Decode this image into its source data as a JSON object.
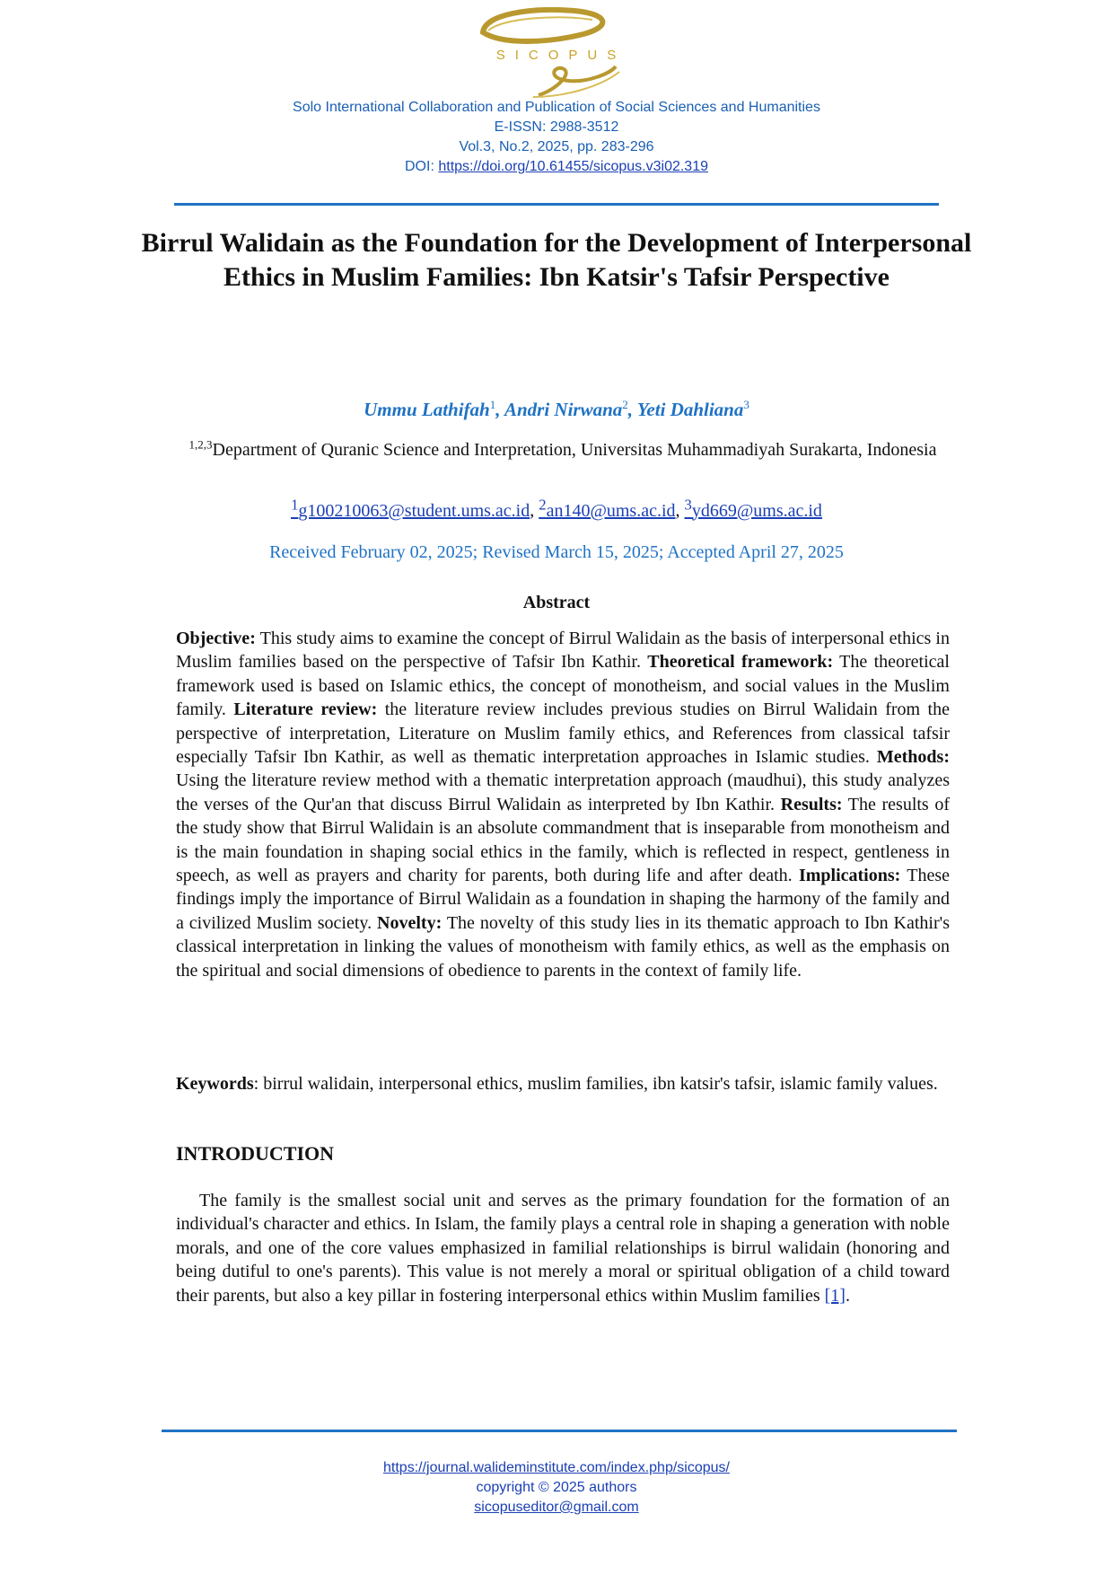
{
  "logo": {
    "wordmark": "SICOPUS",
    "primary_color": "#b9992f",
    "text_color": "#c9a227"
  },
  "header": {
    "journal_name": "Solo International Collaboration and Publication of Social Sciences and Humanities",
    "eissn": "E-ISSN: 2988-3512",
    "volume": "Vol.3, No.2, 2025, pp. 283-296",
    "doi_label": "DOI: ",
    "doi_url": "https://doi.org/10.61455/sicopus.v3i02.319"
  },
  "article": {
    "title": "Birrul Walidain as the Foundation for the Development of Interpersonal Ethics in Muslim Families: Ibn Katsir's Tafsir Perspective",
    "authors": [
      {
        "name": "Ummu Lathifah",
        "sup": "1",
        "sep": ", "
      },
      {
        "name": "Andri Nirwana",
        "sup": "2",
        "sep": ", "
      },
      {
        "name": "Yeti Dahliana",
        "sup": "3",
        "sep": ""
      }
    ],
    "affiliation_sup": "1,2,3",
    "affiliation": "Department of Quranic Science and Interpretation, Universitas Muhammadiyah Surakarta, Indonesia",
    "emails": [
      {
        "sup": "1",
        "address": "g100210063@student.ums.ac.id",
        "sep": ", "
      },
      {
        "sup": "2",
        "address": "an140@ums.ac.id",
        "sep": ", "
      },
      {
        "sup": "3",
        "address": "yd669@ums.ac.id",
        "sep": ""
      }
    ],
    "dates": "Received February 02, 2025; Revised March 15, 2025; Accepted April 27, 2025"
  },
  "abstract": {
    "heading": "Abstract",
    "sections": [
      {
        "label": "Objective:",
        "text": " This study aims to examine the concept of Birrul Walidain as the basis of interpersonal ethics in Muslim families based on the perspective of Tafsir Ibn Kathir. "
      },
      {
        "label": "Theoretical framework:",
        "text": " The theoretical framework used is based on Islamic ethics, the concept of monotheism, and social values in the Muslim family. "
      },
      {
        "label": "Literature review:",
        "text": " the literature review includes previous studies on Birrul Walidain from the perspective of interpretation, Literature on Muslim family ethics, and References from classical tafsir especially Tafsir Ibn Kathir, as well as thematic interpretation approaches in Islamic studies. "
      },
      {
        "label": "Methods:",
        "text": " Using the literature review method with a thematic interpretation approach (maudhui), this study analyzes the verses of the Qur'an that discuss Birrul Walidain as interpreted by Ibn Kathir. "
      },
      {
        "label": "Results:",
        "text": " The results of the study show that Birrul Walidain is an absolute commandment that is inseparable from monotheism and is the main foundation in shaping social ethics in the family, which is reflected in respect, gentleness in speech, as well as prayers and charity for parents, both during life and after death. "
      },
      {
        "label": "Implications:",
        "text": " These findings imply the importance of Birrul Walidain as a foundation in shaping the harmony of the family and a civilized Muslim society. "
      },
      {
        "label": "Novelty:",
        "text": " The novelty of this study lies in its thematic approach to Ibn Kathir's classical interpretation in linking the values of monotheism with family ethics, as well as the emphasis on the spiritual and social dimensions of obedience to parents in the context of family life."
      }
    ]
  },
  "keywords": {
    "label": "Keywords",
    "text": ": birrul walidain, interpersonal ethics, muslim families, ibn katsir's tafsir, islamic family values."
  },
  "introduction": {
    "heading": "INTRODUCTION",
    "paragraph": "The family is the smallest social unit and serves as the primary foundation for the formation of an individual's character and ethics. In Islam, the family plays a central role in shaping a generation with noble morals, and one of the core values emphasized in familial relationships is birrul walidain (honoring and being dutiful to one's parents). This value is not merely a moral or spiritual obligation of a child toward their parents, but also a key pillar in fostering interpersonal ethics within Muslim families ",
    "citation": "[1]",
    "end": "."
  },
  "footer": {
    "url": "https://journal.walideminstitute.com/index.php/sicopus/",
    "copyright": "copyright © 2025 authors",
    "email": "sicopuseditor@gmail.com"
  }
}
